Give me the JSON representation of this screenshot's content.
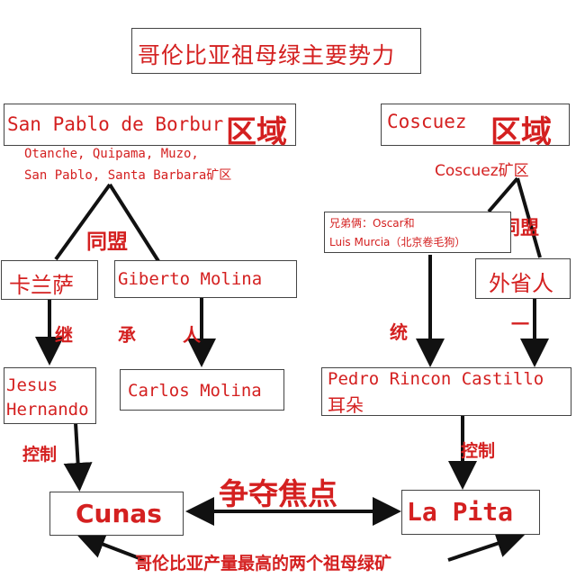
{
  "title": "哥伦比亚祖母绿主要势力",
  "left_region": {
    "name": "San Pablo de Borbur",
    "suffix": "区域",
    "mines_line1": "Otanche, Quipama, Muzo,",
    "mines_line2": "San Pablo, Santa Barbara矿区"
  },
  "right_region": {
    "name": "Coscuez",
    "suffix": "区域",
    "mines": "Coscuez矿区"
  },
  "alliance_left": "同盟",
  "alliance_right": "同盟",
  "kalansa": "卡兰萨",
  "giberto": "Giberto Molina",
  "inherit": {
    "c1": "继",
    "c2": "承",
    "c3": "人"
  },
  "jesus": {
    "line1": "Jesus",
    "line2": "Hernando"
  },
  "carlos": "Carlos Molina",
  "brothers": {
    "line1": "兄弟俩：Oscar和",
    "line2": "Luis Murcia（北京卷毛狗）"
  },
  "outsider": "外省人",
  "unify": {
    "c1": "统",
    "c2": "一"
  },
  "pedro": {
    "line1": "Pedro Rincon Castillo",
    "line2": "耳朵"
  },
  "control_left": "控制",
  "control_right": "控制",
  "cunas": "Cunas",
  "lapita": "La Pita",
  "dispute": "争夺焦点",
  "bottom_note": "哥伦比亚产量最高的两个祖母绿矿",
  "colors": {
    "text_red": "#d42020",
    "line": "#111111",
    "border": "#444444"
  }
}
